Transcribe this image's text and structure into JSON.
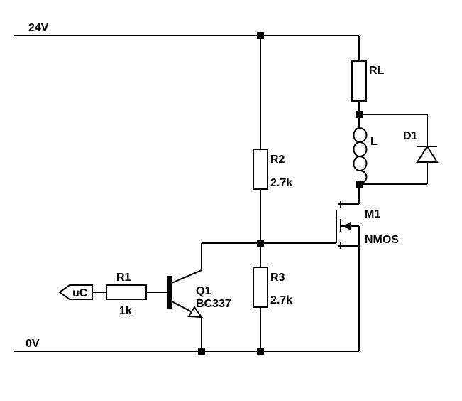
{
  "rails": {
    "top": "24V",
    "bottom": "0V"
  },
  "input": {
    "port": "uC"
  },
  "r1": {
    "ref": "R1",
    "value": "1k"
  },
  "q1": {
    "ref": "Q1",
    "value": "BC337"
  },
  "r2": {
    "ref": "R2",
    "value": "2.7k"
  },
  "r3": {
    "ref": "R3",
    "value": "2.7k"
  },
  "rl": {
    "ref": "RL"
  },
  "l": {
    "ref": "L"
  },
  "d1": {
    "ref": "D1"
  },
  "m1": {
    "ref": "M1",
    "value": "NMOS"
  }
}
